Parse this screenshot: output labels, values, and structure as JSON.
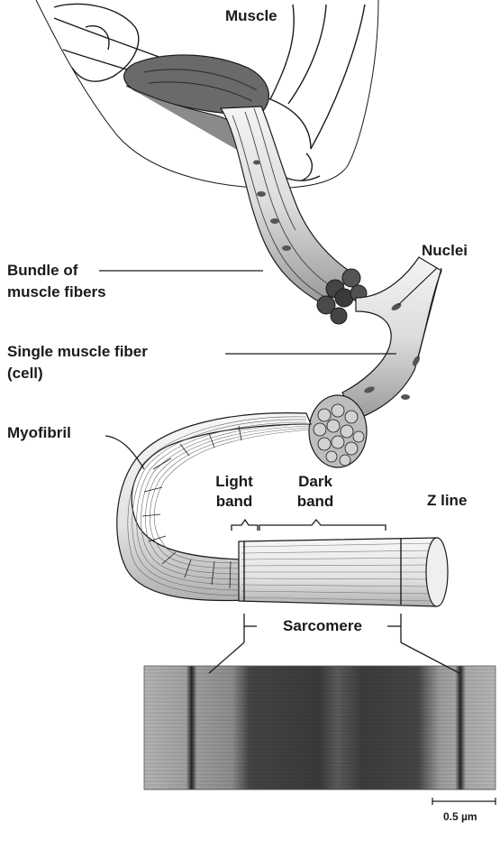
{
  "labels": {
    "muscle": "Muscle",
    "nuclei": "Nuclei",
    "bundle_line1": "Bundle of",
    "bundle_line2": "muscle fibers",
    "single_line1": "Single muscle fiber",
    "single_line2": "(cell)",
    "myofibril": "Myofibril",
    "light_line1": "Light",
    "light_line2": "band",
    "dark_line1": "Dark",
    "dark_line2": "band",
    "z_line": "Z line",
    "sarcomere": "Sarcomere",
    "scale_bar": "0.5 µm"
  },
  "colors": {
    "ink": "#1a1a1a",
    "muscle_shade": "#6a6a6a",
    "fiber_shade": "#d8d8d8",
    "micrograph_dark": "#3a3a3a",
    "micrograph_light": "#a8a8a8"
  }
}
